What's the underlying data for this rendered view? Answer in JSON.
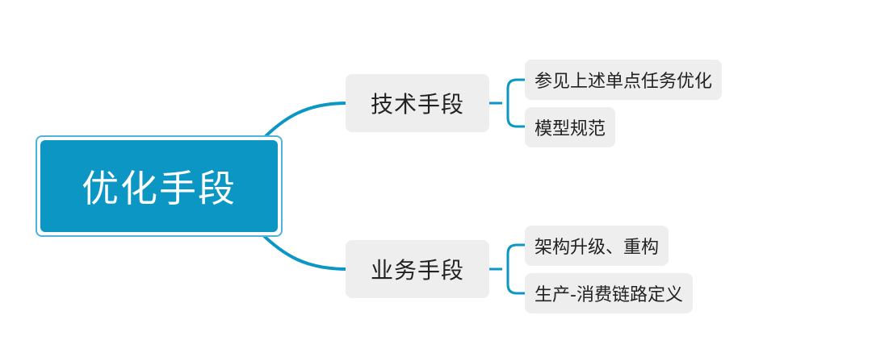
{
  "root": {
    "label": "优化手段"
  },
  "branches": [
    {
      "label": "技术手段",
      "children": [
        "参见上述单点任务优化",
        "模型规范"
      ]
    },
    {
      "label": "业务手段",
      "children": [
        "架构升级、重构",
        "生产-消费链路定义"
      ]
    }
  ],
  "colors": {
    "root_fill": "#0b96c3",
    "root_border": "#4fb3d9",
    "connector": "#0b96c3",
    "node_fill": "#eeeeee"
  }
}
